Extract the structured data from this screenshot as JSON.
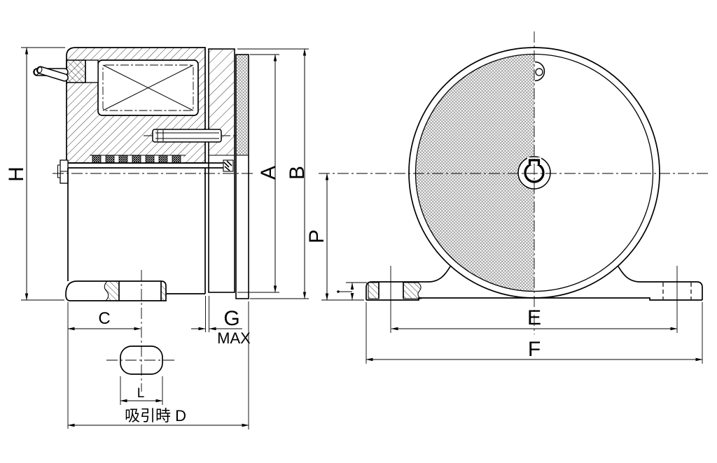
{
  "drawing": {
    "type": "technical-dimension-drawing",
    "views": {
      "section_view": "left cross-section of electromagnetic brake",
      "front_view": "right front view with mounting base"
    }
  },
  "dimensions": {
    "H": "H",
    "A": "A",
    "B": "B",
    "C": "C",
    "G": "G",
    "G_note": "MAX",
    "L": "L",
    "D": "吸引時 D",
    "P": "P",
    "E": "E",
    "F": "F"
  },
  "colors": {
    "line": "#000000",
    "background": "#ffffff",
    "hatch": "#222222",
    "crosshatch": "#6a6a6a"
  }
}
